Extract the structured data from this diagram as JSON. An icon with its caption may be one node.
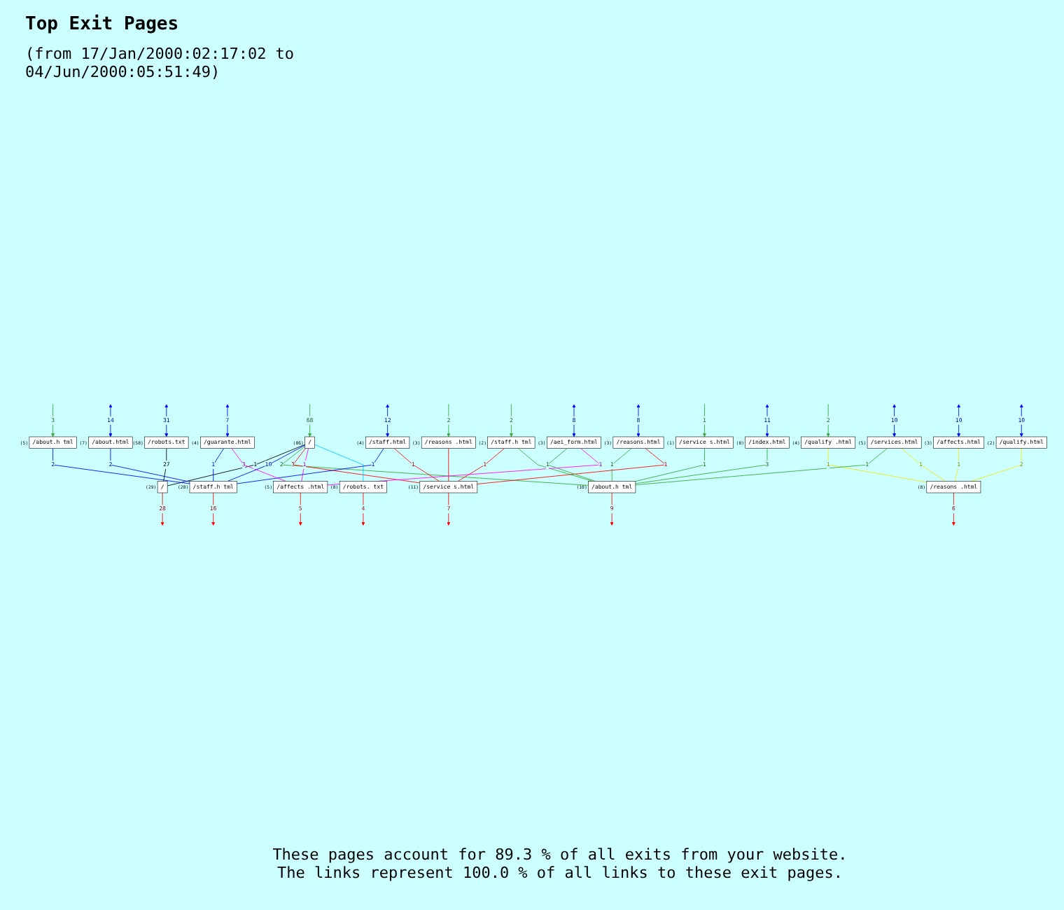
{
  "diagram": {
    "title": "Top Exit Pages",
    "caption": "These pages account for 89.3 % of all exits from your website. The links represent 100.0 % of all links to these exit pages.",
    "nodes": [
      {
        "text": [
          "/"
        ],
        "beside": [
          "(86)"
        ]
      },
      {
        "text": [
          "/about.h tml"
        ],
        "beside": [
          "(5)"
        ]
      },
      {
        "text": [
          "/qualify .html"
        ],
        "beside": [
          "(4)"
        ]
      },
      {
        "text": [
          "/staff.h tml"
        ],
        "beside": [
          "(2)"
        ]
      },
      {
        "text": [
          "/reasons .html"
        ],
        "beside": [
          "(3)"
        ]
      },
      {
        "text": [
          "/service s.html"
        ],
        "beside": [
          "(1)"
        ]
      },
      {
        "text": [
          "/affects.html"
        ],
        "beside": [
          "(3)"
        ]
      },
      {
        "text": [
          "/reasons.html"
        ],
        "beside": [
          "(3)"
        ]
      },
      {
        "text": [
          "/aei_form.html"
        ],
        "beside": [
          "(3)"
        ]
      },
      {
        "text": [
          "/services.html"
        ],
        "beside": [
          "(5)"
        ]
      },
      {
        "text": [
          "/qualify.html"
        ],
        "beside": [
          "(2)"
        ]
      },
      {
        "text": [
          "/staff.html"
        ],
        "beside": [
          "(4)"
        ]
      },
      {
        "text": [
          "/about.html"
        ],
        "beside": [
          "(7)"
        ]
      },
      {
        "text": [
          "/index.html"
        ],
        "beside": [
          "(8)"
        ]
      },
      {
        "text": [
          "/guarante.html"
        ],
        "beside": [
          "(4)"
        ]
      },
      {
        "text": [
          "/robots.txt"
        ],
        "beside": [
          "(58)"
        ]
      },
      {
        "text": [
          "/"
        ],
        "beside": [
          "(29)"
        ]
      },
      {
        "text": [
          "/staff.h tml"
        ],
        "beside": [
          "(28)"
        ]
      },
      {
        "text": [
          "/about.h tml"
        ],
        "beside": [
          "(10)"
        ]
      },
      {
        "text": [
          "/service s.html"
        ],
        "beside": [
          "(11)"
        ]
      },
      {
        "text": [
          "/reasons .html"
        ],
        "beside": [
          "(8)"
        ]
      },
      {
        "text": [
          "/affects .html"
        ],
        "beside": [
          "(5)"
        ]
      },
      {
        "text": [
          "/robots. txt"
        ],
        "beside": [
          "(8)"
        ]
      }
    ],
    "edges": [
      {
        "from": null,
        "to": 0,
        "arrow": "to",
        "label": "68",
        "color": "#33aa33"
      },
      {
        "from": null,
        "to": 1,
        "arrow": "to",
        "label": "3",
        "color": "#33aa33"
      },
      {
        "from": null,
        "to": 2,
        "arrow": "to",
        "label": "2",
        "color": "#33aa33"
      },
      {
        "from": null,
        "to": 3,
        "arrow": "to",
        "label": "2",
        "color": "#33aa33"
      },
      {
        "from": null,
        "to": 4,
        "arrow": "to",
        "label": "2",
        "color": "#33aa33"
      },
      {
        "from": null,
        "to": 5,
        "arrow": "to",
        "label": "1",
        "color": "#33aa33"
      },
      {
        "from": 0,
        "to": 16,
        "arrow": "none",
        "label": "1",
        "color": "#000000"
      },
      {
        "from": 0,
        "to": 17,
        "arrow": "none",
        "label": "10"
      },
      {
        "from": 0,
        "to": 18,
        "arrow": "none",
        "label": "2",
        "color": "#33aa33"
      },
      {
        "from": 0,
        "to": 19,
        "arrow": "none",
        "label": "3",
        "color": "#ff0000"
      },
      {
        "from": 0,
        "to": 21,
        "arrow": "none",
        "label": "1",
        "color": "#ff00ff"
      },
      {
        "from": 0,
        "to": 22,
        "arrow": "none",
        "color": "#00ccff"
      },
      {
        "from": 1,
        "to": 17,
        "arrow": "none",
        "label": "2"
      },
      {
        "from": 2,
        "to": 20,
        "arrow": "none",
        "label": "1",
        "color": "#eeee00"
      },
      {
        "from": 3,
        "to": 19,
        "arrow": "none",
        "label": "1",
        "color": "#ff0000"
      },
      {
        "from": 3,
        "to": 18,
        "arrow": "none",
        "color": "#33aa33"
      },
      {
        "from": 4,
        "to": 19,
        "arrow": "none",
        "color": "#ff0000"
      },
      {
        "from": 5,
        "to": 18,
        "arrow": "none",
        "label": "1",
        "color": "#33aa33"
      },
      {
        "from": 6,
        "to": 20,
        "arrow": "none",
        "label": "1",
        "color": "#eeee00"
      },
      {
        "from": 7,
        "to": 18,
        "arrow": "none",
        "label": "1",
        "color": "#33aa33"
      },
      {
        "from": 7,
        "to": 19,
        "arrow": "none",
        "label": "1",
        "color": "#ff0000"
      },
      {
        "from": 8,
        "to": 18,
        "arrow": "none",
        "label": "1",
        "color": "#33aa33"
      },
      {
        "from": 8,
        "to": 21,
        "arrow": "none",
        "label": "1",
        "color": "#ff00ff"
      },
      {
        "from": 9,
        "to": 18,
        "arrow": "none",
        "label": "1",
        "color": "#33aa33"
      },
      {
        "from": 9,
        "to": 20,
        "arrow": "none",
        "label": "1",
        "color": "#eeee00"
      },
      {
        "from": 10,
        "to": 20,
        "arrow": "none",
        "label": "2",
        "color": "#eeee00"
      },
      {
        "from": 11,
        "to": 17,
        "arrow": "none",
        "label": "1"
      },
      {
        "from": 11,
        "to": 19,
        "arrow": "none",
        "label": "1",
        "color": "#ff0000"
      },
      {
        "from": 12,
        "to": 17,
        "arrow": "none",
        "label": "2"
      },
      {
        "from": 13,
        "to": 18,
        "arrow": "none",
        "label": "3",
        "color": "#33aa33"
      },
      {
        "from": 14,
        "to": 17,
        "arrow": "none",
        "label": "1"
      },
      {
        "from": 14,
        "to": 21,
        "arrow": "none",
        "label": "3",
        "color": "#ff00ff"
      },
      {
        "from": 15,
        "to": 16,
        "arrow": "none",
        "label": "27",
        "color": "#000000"
      },
      {
        "from": null,
        "to": 6,
        "arrow": "both",
        "label": "10"
      },
      {
        "from": null,
        "to": 7,
        "arrow": "both",
        "label": "8"
      },
      {
        "from": null,
        "to": 8,
        "arrow": "both",
        "label": "8"
      },
      {
        "from": null,
        "to": 9,
        "arrow": "both",
        "label": "10"
      },
      {
        "from": null,
        "to": 10,
        "arrow": "both",
        "label": "10"
      },
      {
        "from": null,
        "to": 11,
        "arrow": "both",
        "label": "12"
      },
      {
        "from": null,
        "to": 12,
        "arrow": "both",
        "label": "14"
      },
      {
        "from": null,
        "to": 13,
        "arrow": "both",
        "label": "11"
      },
      {
        "from": null,
        "to": 14,
        "arrow": "both",
        "label": "7"
      },
      {
        "from": null,
        "to": 15,
        "arrow": "both",
        "label": "31"
      },
      {
        "from": 16,
        "to": null,
        "arrow": "to",
        "label": "28",
        "color": "#ff0000"
      },
      {
        "from": 17,
        "to": null,
        "arrow": "to",
        "label": "16",
        "color": "#ff0000"
      },
      {
        "from": 18,
        "to": null,
        "arrow": "to",
        "label": "9",
        "color": "#ff0000"
      },
      {
        "from": 19,
        "to": null,
        "arrow": "to",
        "label": "7",
        "color": "#ff0000"
      },
      {
        "from": 20,
        "to": null,
        "arrow": "to",
        "label": "6",
        "color": "#ff0000"
      },
      {
        "from": 21,
        "to": null,
        "arrow": "to",
        "label": "5",
        "color": "#ff0000"
      },
      {
        "from": 22,
        "to": null,
        "arrow": "to",
        "label": "4",
        "color": "#ff0000"
      }
    ],
    "labels": [
      "(from 17/Jan/2000:02:17:02 to 04/Jun/2000:05:51:49)"
    ]
  }
}
